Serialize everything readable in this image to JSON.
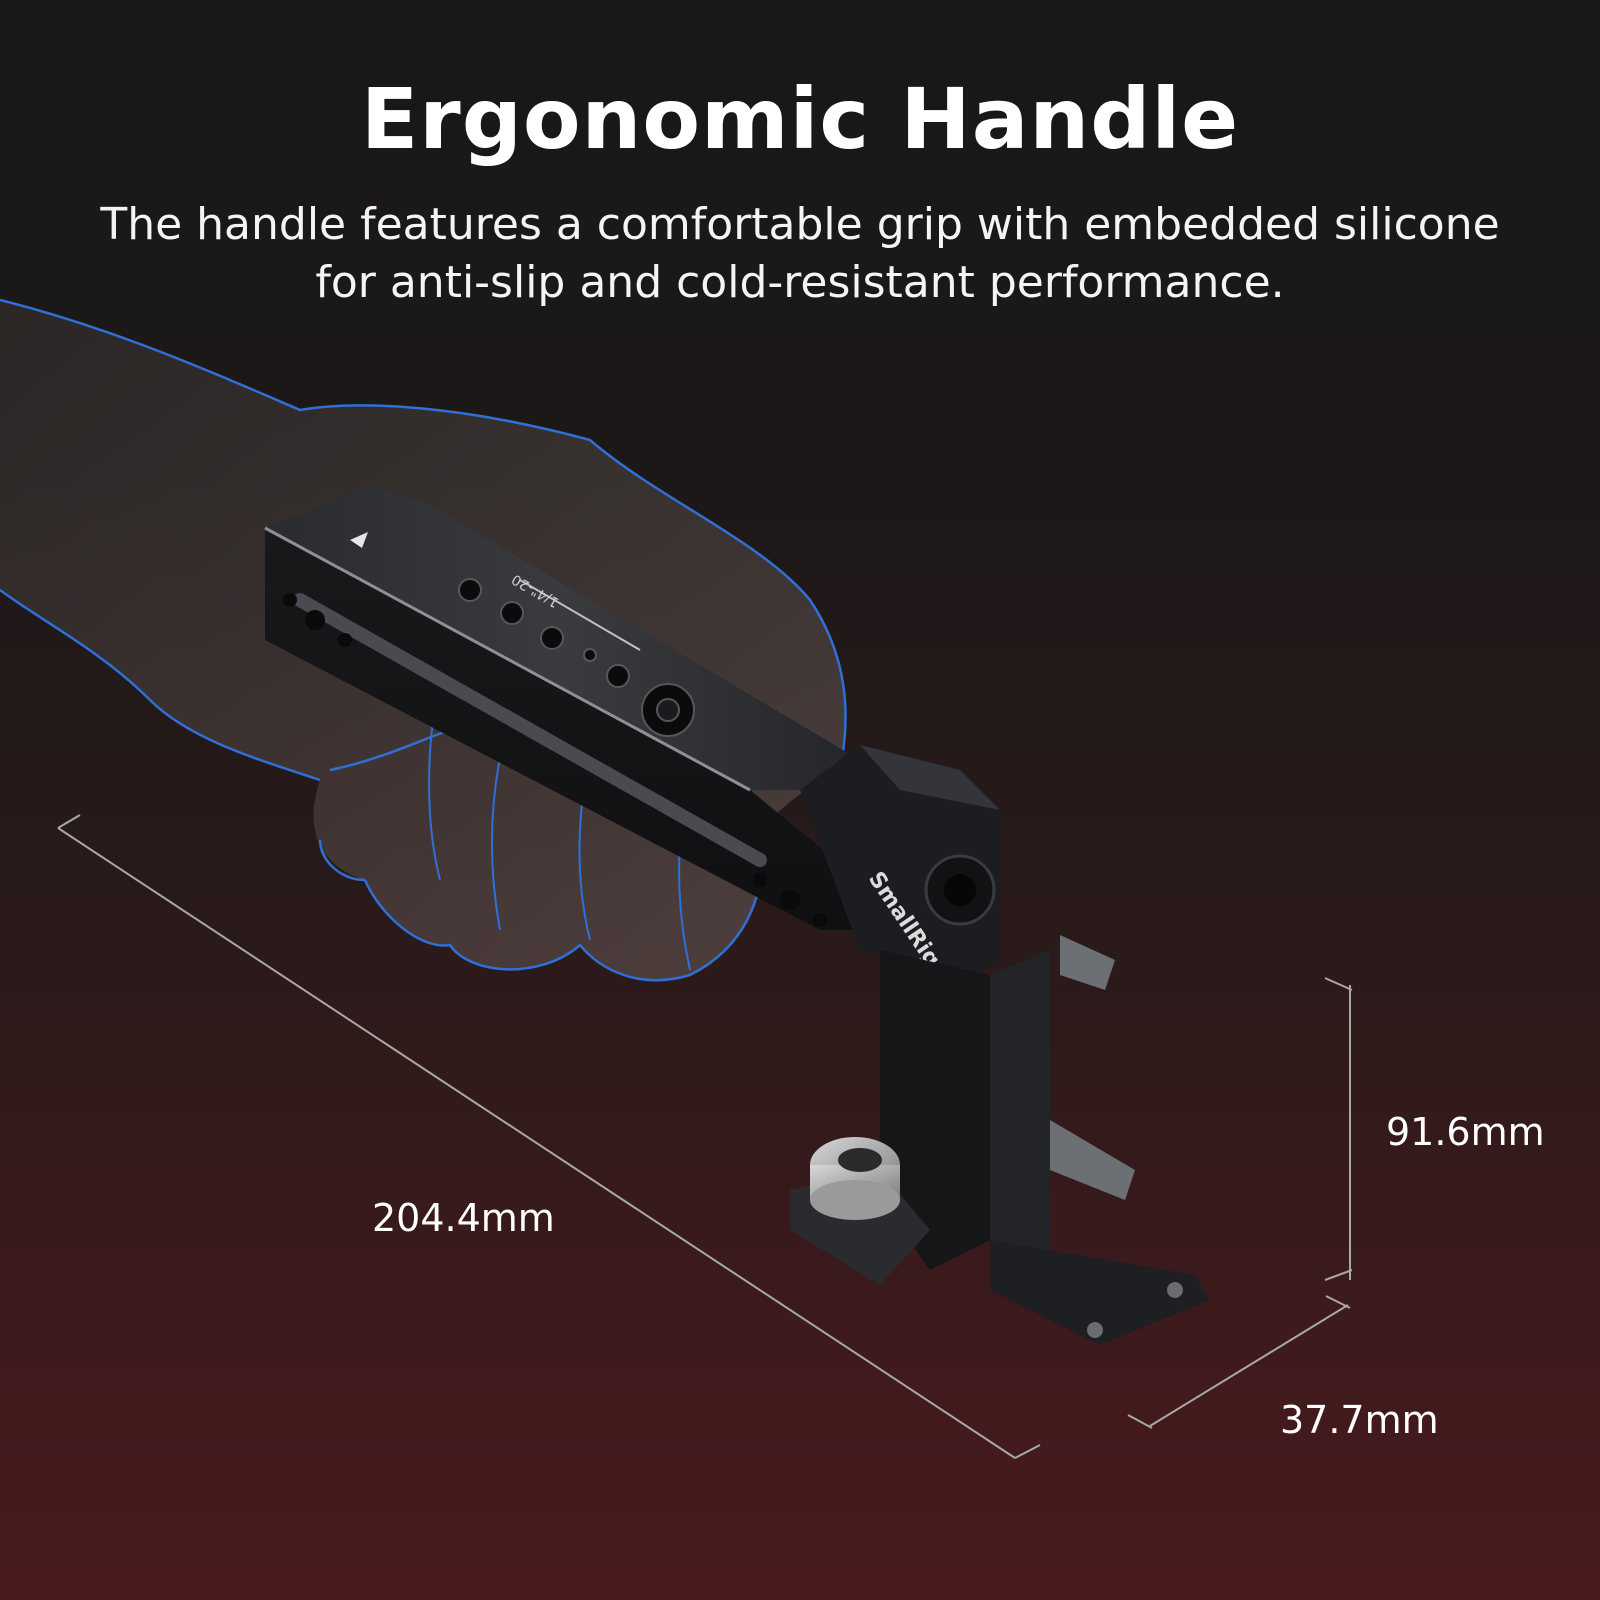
{
  "header": {
    "title": "Ergonomic Handle",
    "subtitle_line1": "The handle features a comfortable grip with embedded silicone",
    "subtitle_line2": "for anti-slip and cold-resistant performance."
  },
  "product": {
    "brand_engraving": "SmallRig",
    "thread_marking": "1/4\"-20"
  },
  "dimensions": {
    "length": "204.4mm",
    "height": "91.6mm",
    "width": "37.7mm"
  },
  "colors": {
    "hand_outline": "#2f6fd6",
    "metal": "#1d1e21",
    "metal_highlight": "#9a9ca0",
    "dimension_lines": "#a8a8a8"
  }
}
